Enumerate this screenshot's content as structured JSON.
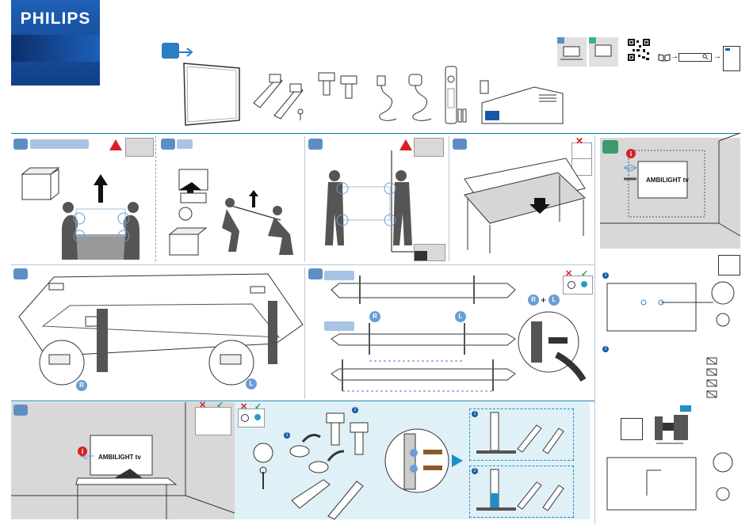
{
  "brand": {
    "logo": "PHILIPS"
  },
  "header": {
    "box_icon": "box-open-icon",
    "search_arrows": [
      "→",
      "→"
    ]
  },
  "steps": {
    "step1": {
      "label": ""
    },
    "step2": {
      "label": ""
    },
    "step3": {
      "label": ""
    },
    "step4": {
      "label": ""
    },
    "step5": {
      "label": ""
    }
  },
  "ambilight": {
    "wall_label": "AMBILIGHT tv",
    "table_label": "AMBILIGHT tv"
  },
  "stand_labels": {
    "right": "R",
    "left": "L",
    "plus": "+"
  },
  "substeps": [
    "1",
    "2"
  ],
  "colors": {
    "accent": "#1a56a8",
    "step_blue": "#5d8fc5",
    "step_green": "#3c9a6c",
    "warning": "#d81f26",
    "panel_cyan": "#dff0f6"
  }
}
